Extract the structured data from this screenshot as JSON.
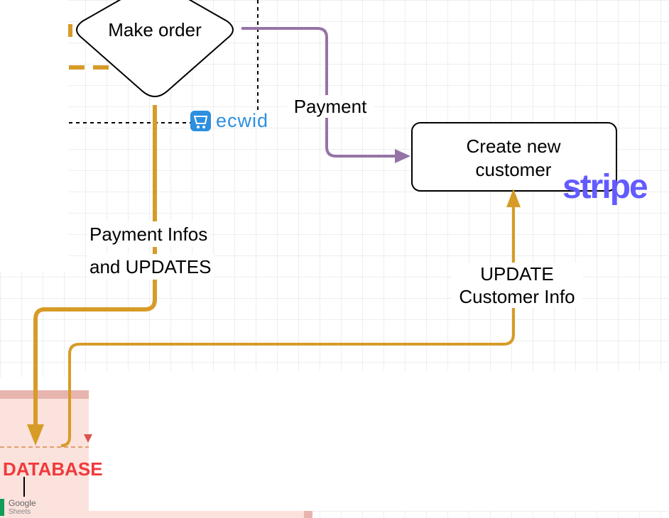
{
  "nodes": {
    "make_order": "Make order",
    "create_customer_line1": "Create new",
    "create_customer_line2": "customer",
    "database": "DATABASE"
  },
  "edges": {
    "payment": "Payment",
    "payment_infos_line1": "Payment Infos",
    "payment_infos_line2": "and UPDATES",
    "update_customer_line1": "UPDATE",
    "update_customer_line2": "Customer Info"
  },
  "logos": {
    "ecwid": "ecwid",
    "stripe": "stripe",
    "google_sheets_line1": "Google",
    "google_sheets_line2": "Sheets"
  },
  "colors": {
    "orange_flow": "#d79b28",
    "purple_flow": "#9673a6",
    "database_red": "#f0393c",
    "stripe_purple": "#635bff",
    "ecwid_blue": "#2c8fe0",
    "grid": "#dcdcdc",
    "db_fill": "#fbe2dc"
  }
}
